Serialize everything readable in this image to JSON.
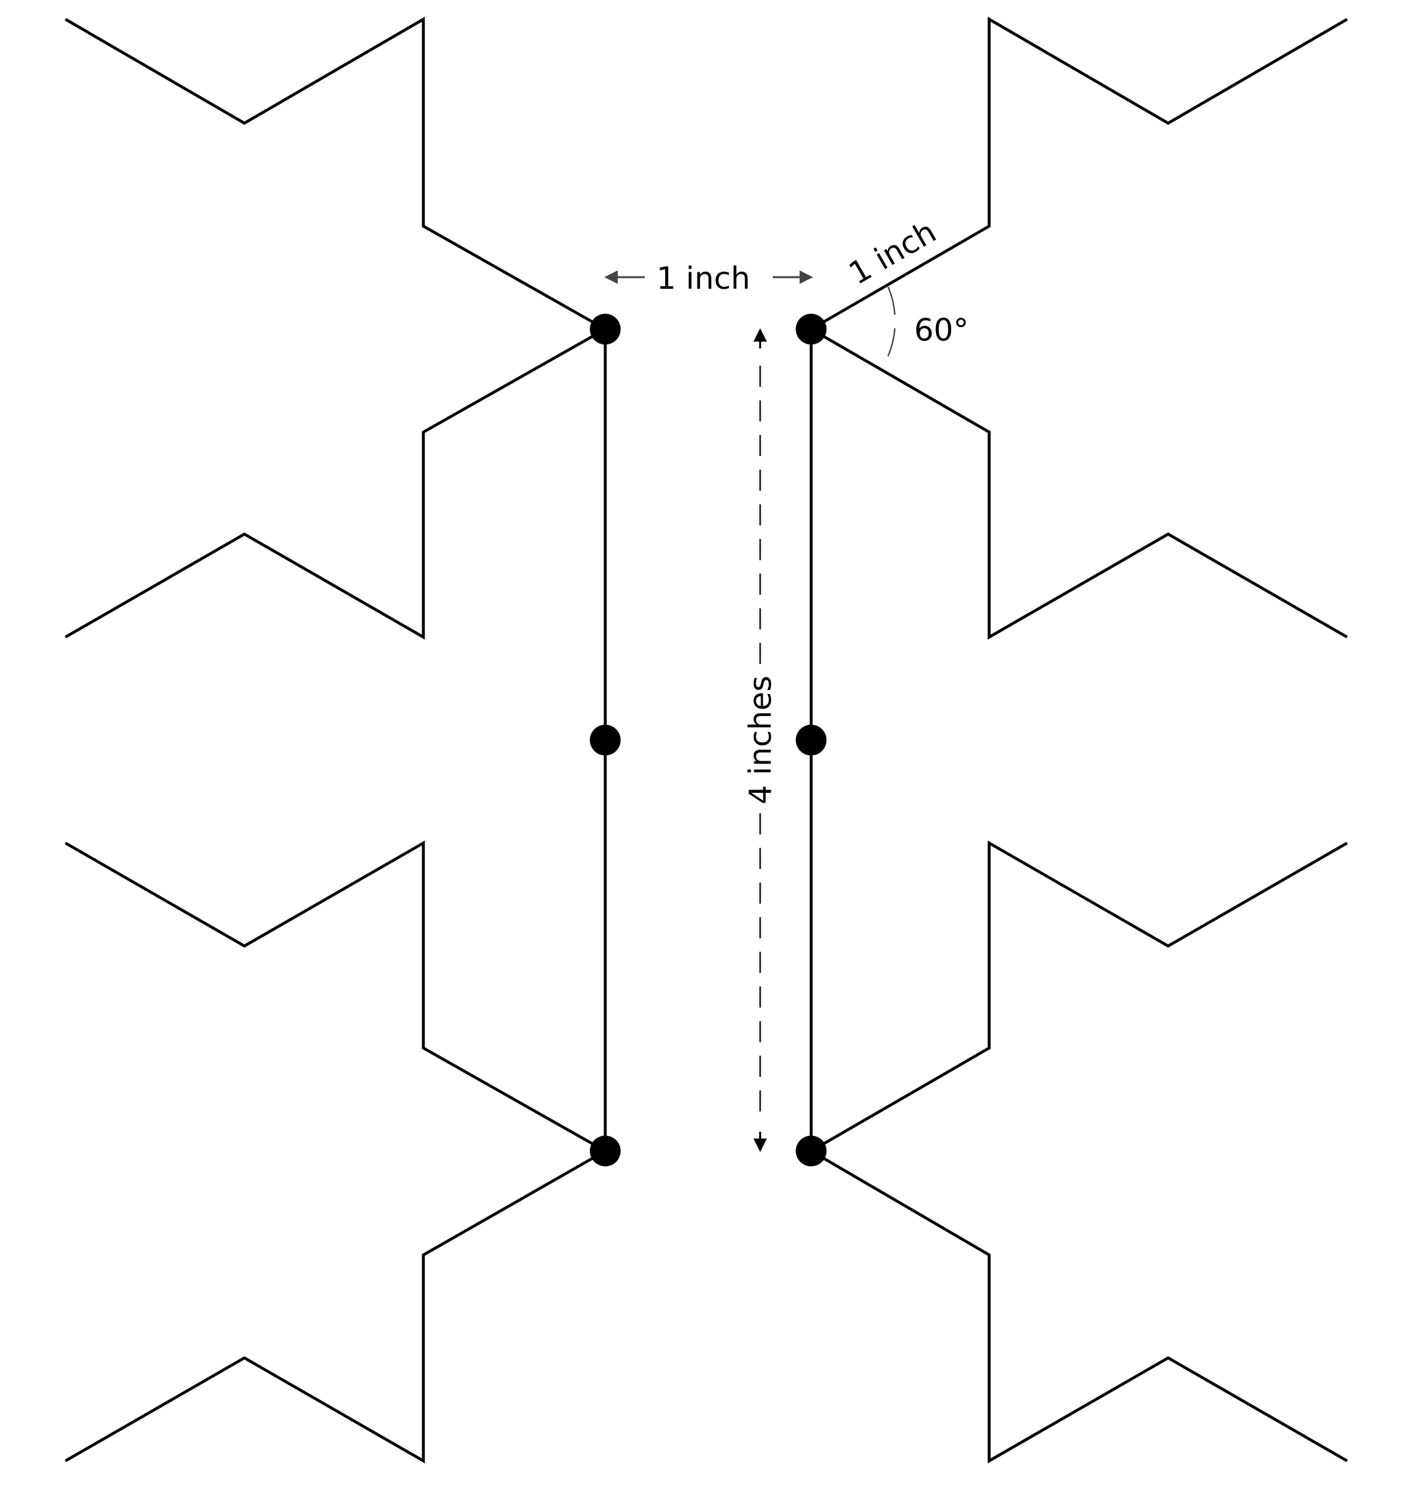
{
  "diagram": {
    "title": "Fold-pattern template with spacing guides",
    "labels": {
      "horizontal_spacing": "1 inch",
      "segment_length": "1 inch",
      "angle": "60°",
      "vertical_spacing": "4 inches"
    },
    "measurements": {
      "horizontal_gap_inches": 1,
      "segment_length_inches": 1,
      "angle_degrees": 60,
      "vertical_span_inches": 4
    },
    "shapes": [
      {
        "id": "top-left-zigzag",
        "side": "left",
        "row": "top"
      },
      {
        "id": "bottom-left-zigzag",
        "side": "left",
        "row": "bottom"
      },
      {
        "id": "top-right-zigzag",
        "side": "right",
        "row": "top"
      },
      {
        "id": "bottom-right-zigzag",
        "side": "right",
        "row": "bottom"
      }
    ],
    "anchor_points": {
      "left_column": [
        "top",
        "middle",
        "bottom"
      ],
      "right_column": [
        "top",
        "middle",
        "bottom"
      ]
    },
    "colors": {
      "stroke": "#000000",
      "dimension": "#444444",
      "background": "#ffffff"
    }
  }
}
